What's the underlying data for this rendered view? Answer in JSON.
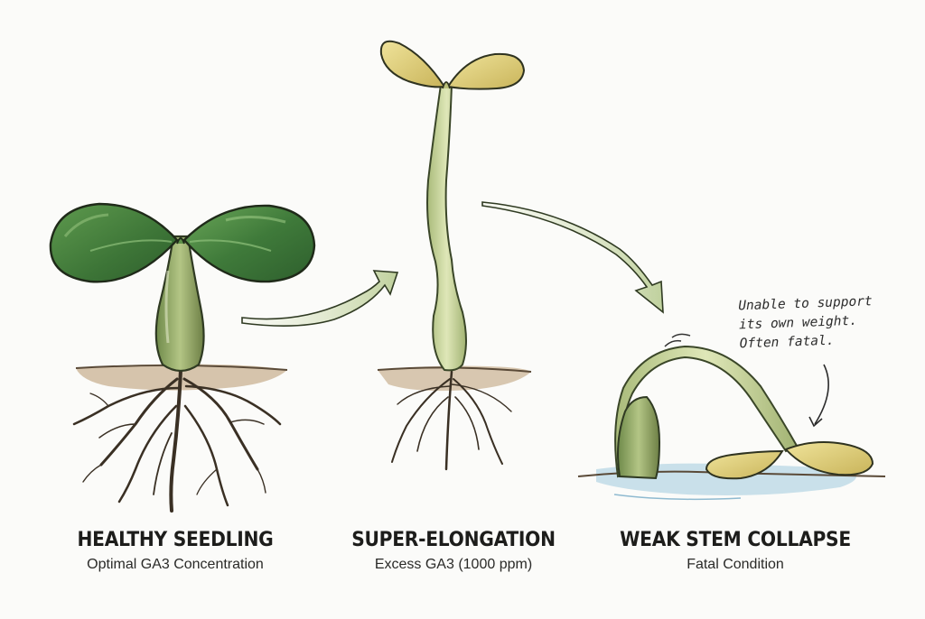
{
  "panels": [
    {
      "title": "HEALTHY SEEDLING",
      "subtitle": "Optimal GA3 Concentration"
    },
    {
      "title": "SUPER-ELONGATION",
      "subtitle": "Excess GA3 (1000 ppm)"
    },
    {
      "title": "WEAK STEM COLLAPSE",
      "subtitle": "Fatal Condition"
    }
  ],
  "annotation": {
    "lines": [
      "Unable to support",
      "its own weight.",
      "Often fatal."
    ]
  },
  "colors": {
    "leaf_dark": "#3f7a3a",
    "leaf_light": "#8fbf6a",
    "stem_healthy": "#8fa866",
    "stem_pale": "#c9d79a",
    "cotyledon_yellow": "#e2d27a",
    "soil": "#b59a78",
    "root": "#3a3024",
    "arrow": "#c9d8a8",
    "water": "#a9cfe0"
  }
}
